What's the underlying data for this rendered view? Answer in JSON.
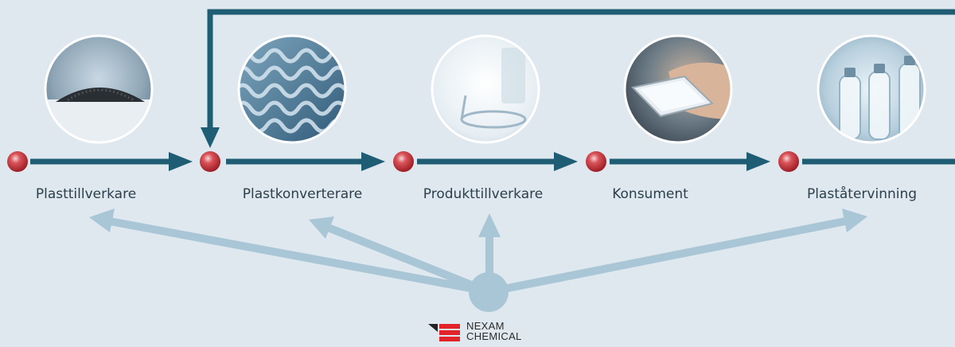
{
  "stages": [
    {
      "label": "Plasttillverkare",
      "image": "plastic-pellets"
    },
    {
      "label": "Plastkonverterare",
      "image": "corrugated-plastic"
    },
    {
      "label": "Produkttillverkare",
      "image": "laboratory-glassware"
    },
    {
      "label": "Konsument",
      "image": "smartphone-hand"
    },
    {
      "label": "Plaståtervinning",
      "image": "plastic-bottles"
    }
  ],
  "brand": {
    "line1": "NEXAM",
    "line2": "CHEMICAL"
  },
  "colors": {
    "background": "#dfe8ee",
    "flow_arrow": "#1f5d74",
    "influence_arrow": "#a9c6d6",
    "node": "#c8343c",
    "logo_red": "#e2232a",
    "text": "#2b3f4c"
  }
}
